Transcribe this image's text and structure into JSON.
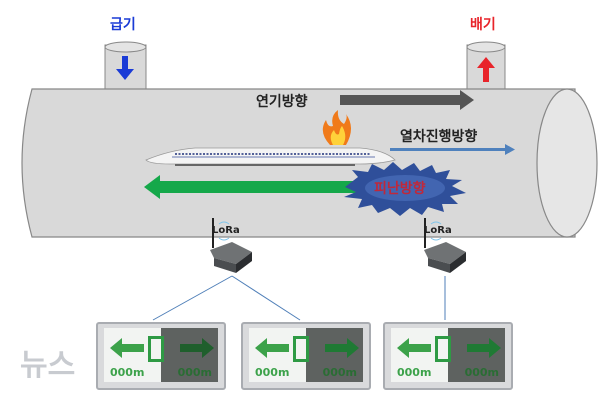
{
  "labels": {
    "supply_air": "급기",
    "exhaust_air": "배기",
    "smoke_direction": "연기방향",
    "train_direction": "열차진행방향",
    "evacuation_direction": "피난방향"
  },
  "devices": {
    "gateway_1": {
      "label": "LoRa"
    },
    "gateway_2": {
      "label": "LoRa"
    }
  },
  "signs": [
    {
      "left_distance": "000m",
      "right_distance": "000m"
    },
    {
      "left_distance": "000m",
      "right_distance": "000m"
    },
    {
      "left_distance": "000m",
      "right_distance": "000m"
    }
  ],
  "watermark": "뉴스",
  "colors": {
    "supply": "#1a3bd6",
    "exhaust": "#e8242a",
    "smoke_arrow": "#555555",
    "train_arrow": "#4f81bd",
    "evac_arrow": "#15a84a",
    "burst": "#2f4f9a",
    "evac_text": "#c0283a",
    "tunnel": "#d9d9d9"
  }
}
